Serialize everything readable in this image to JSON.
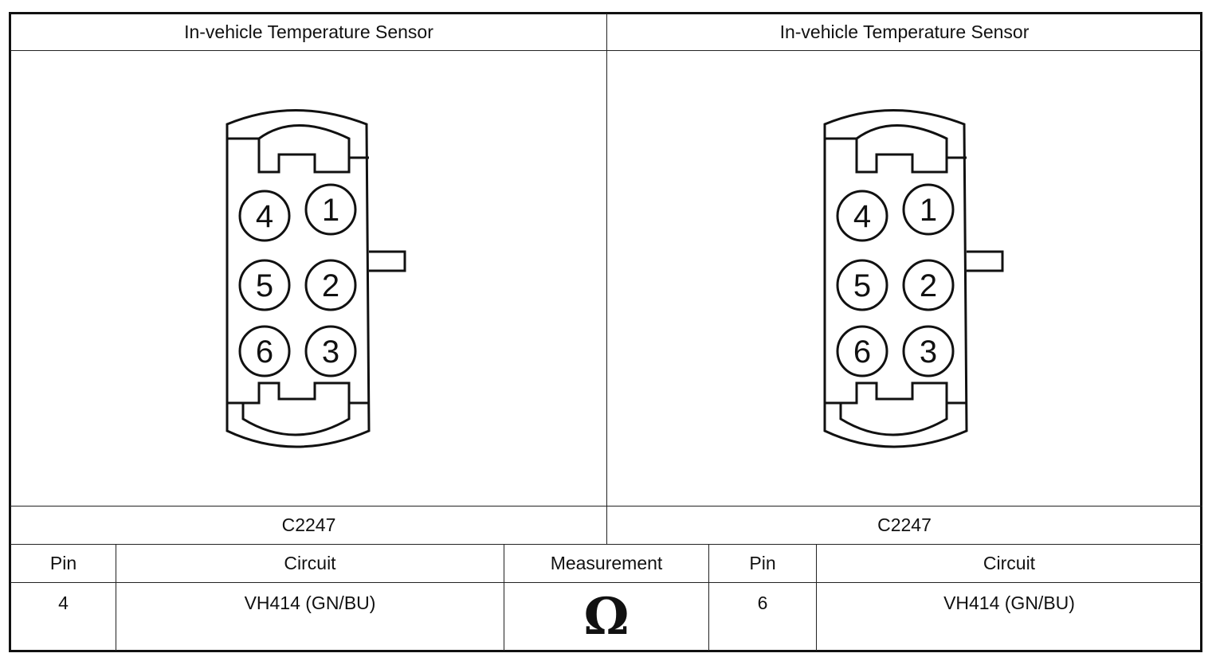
{
  "left_panel": {
    "title": "In-vehicle Temperature Sensor",
    "connector_id": "C2247",
    "pins": [
      "4",
      "1",
      "5",
      "2",
      "6",
      "3"
    ]
  },
  "right_panel": {
    "title": "In-vehicle Temperature Sensor",
    "connector_id": "C2247",
    "pins": [
      "4",
      "1",
      "5",
      "2",
      "6",
      "3"
    ]
  },
  "table": {
    "headers": [
      "Pin",
      "Circuit",
      "Measurement",
      "Pin",
      "Circuit"
    ],
    "row": {
      "pin_a": "4",
      "circuit_a": "VH414 (GN/BU)",
      "measurement_symbol": "Ω",
      "pin_b": "6",
      "circuit_b": "VH414 (GN/BU)"
    }
  }
}
